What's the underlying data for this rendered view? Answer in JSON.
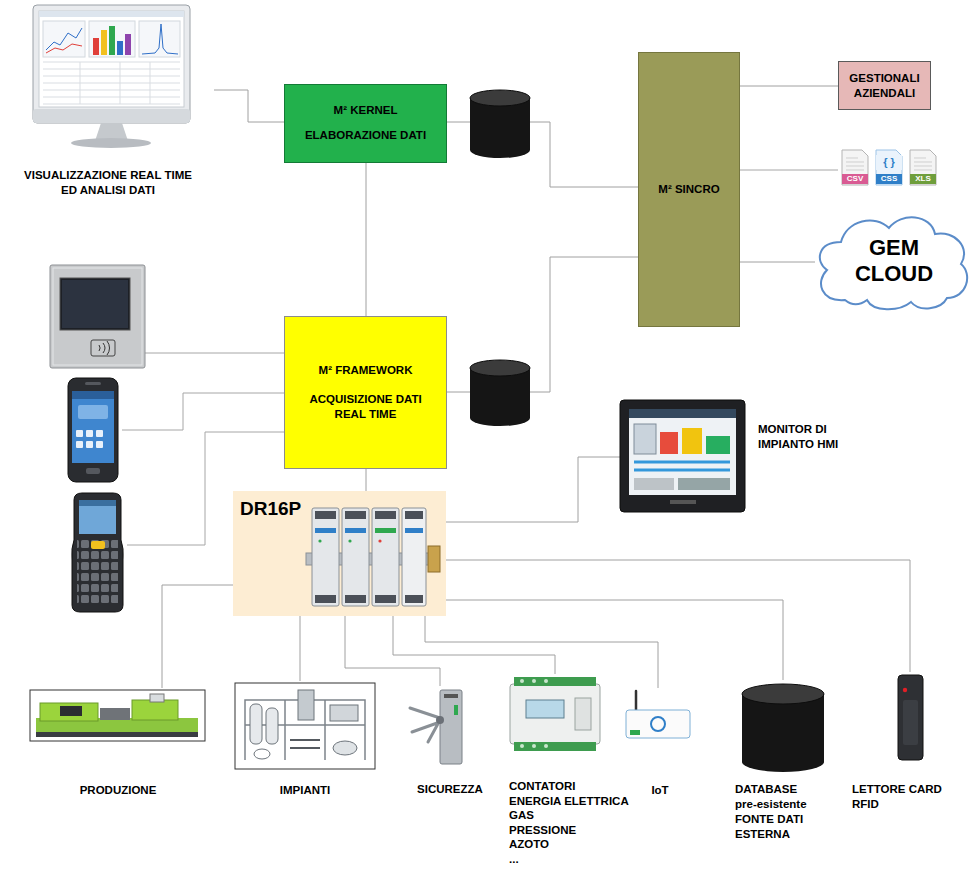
{
  "diagram": {
    "nodes": [
      {
        "text": [
          "VISUALIZZAZIONE REAL TIME ED ANALISI DATI"
        ]
      },
      {
        "text": [
          "M² KERNEL",
          "ELABORAZIONE DATI"
        ]
      },
      {
        "text": [
          "GESTIONALI AZIENDALI"
        ]
      },
      {
        "text": [
          "M² SINCRO"
        ]
      },
      {
        "text": [
          "GEM CLOUD"
        ]
      },
      {
        "text": [
          "M² FRAMEWORK",
          "ACQUISIZIONE DATI REAL TIME"
        ]
      },
      {
        "text": [
          "MONITOR DI IMPIANTO HMI"
        ]
      },
      {
        "text": [
          "DR16P"
        ]
      },
      {
        "text": [
          "PRODUZIONE"
        ]
      },
      {
        "text": [
          "IMPIANTI"
        ]
      },
      {
        "text": [
          "SICUREZZA"
        ]
      },
      {
        "text": [
          "CONTATORI",
          "ENERGIA ELETTRICA",
          "GAS",
          "PRESSIONE",
          "AZOTO",
          "..."
        ]
      },
      {
        "text": [
          "IoT"
        ]
      },
      {
        "text": [
          "DATABASE pre-esistente FONTE DATI ESTERNA"
        ]
      },
      {
        "text": [
          "LETTORE CARD RFID"
        ]
      }
    ],
    "edges": [
      {
        "from": 0,
        "to": 1,
        "arrow": "none"
      },
      {
        "from": 1,
        "to": 3,
        "arrow": "none"
      },
      {
        "from": 1,
        "to": 5,
        "arrow": "none"
      },
      {
        "from": 5,
        "to": 3,
        "arrow": "none"
      },
      {
        "from": 3,
        "to": 2,
        "arrow": "none"
      },
      {
        "from": 3,
        "to": 4,
        "arrow": "none"
      },
      {
        "from": 5,
        "to": 7,
        "arrow": "none"
      },
      {
        "from": 7,
        "to": 6,
        "arrow": "none"
      },
      {
        "from": 7,
        "to": 8,
        "arrow": "none"
      },
      {
        "from": 7,
        "to": 9,
        "arrow": "none"
      },
      {
        "from": 7,
        "to": 10,
        "arrow": "none"
      },
      {
        "from": 7,
        "to": 11,
        "arrow": "none"
      },
      {
        "from": 7,
        "to": 12,
        "arrow": "none"
      },
      {
        "from": 7,
        "to": 13,
        "arrow": "none"
      },
      {
        "from": 7,
        "to": 14,
        "arrow": "none"
      }
    ],
    "labels": [
      "CSV",
      "{ }",
      "CSS",
      "XLS"
    ]
  }
}
